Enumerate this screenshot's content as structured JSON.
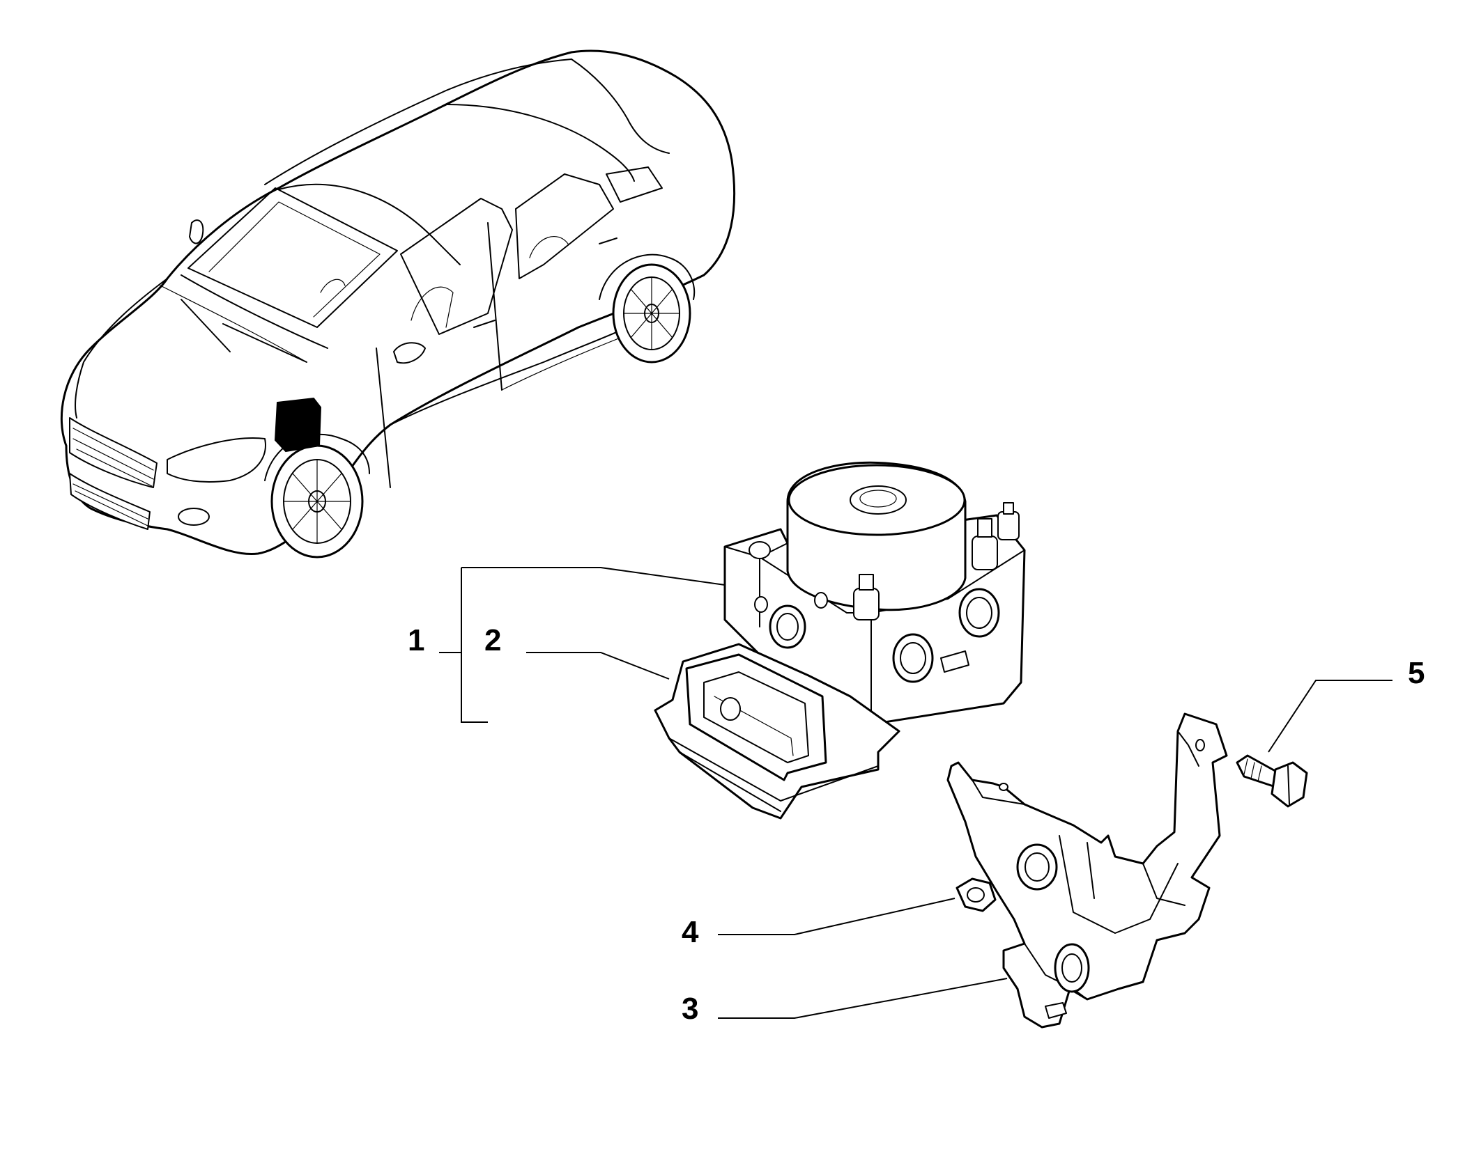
{
  "callouts": [
    {
      "id": "1",
      "text": "1"
    },
    {
      "id": "2",
      "text": "2"
    },
    {
      "id": "3",
      "text": "3"
    },
    {
      "id": "4",
      "text": "4"
    },
    {
      "id": "5",
      "text": "5"
    }
  ],
  "colors": {
    "line": "#000000",
    "background": "#ffffff",
    "highlight": "#000000"
  },
  "icons": {
    "vehicle": "sedan-car-icon",
    "location_marker": "abs-location-marker-icon",
    "abs_unit": "abs-hydraulic-unit-icon",
    "control_module": "abs-control-module-icon",
    "bracket": "mounting-bracket-icon",
    "nut": "hex-nut-icon",
    "bolt": "hex-bolt-icon"
  }
}
